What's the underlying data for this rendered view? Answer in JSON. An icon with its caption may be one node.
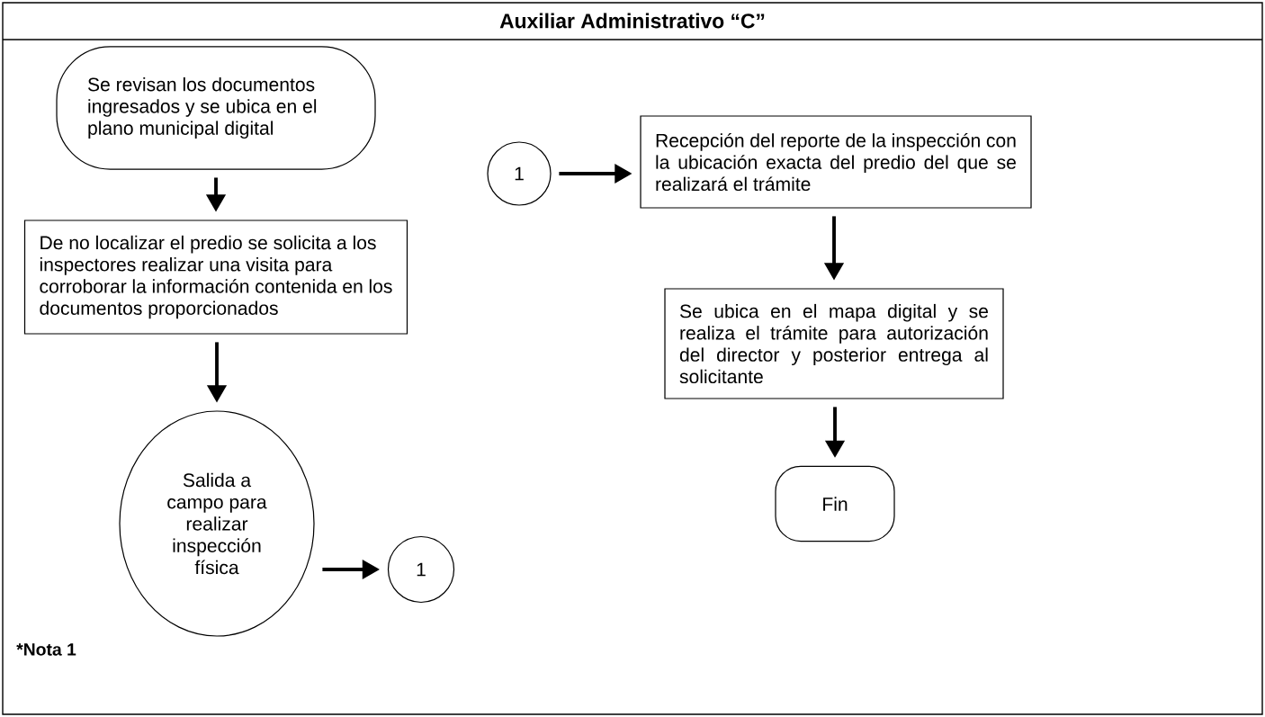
{
  "diagram": {
    "title": "Auxiliar Administrativo “C”",
    "nodes": [
      {
        "text": [
          "Se revisan los documentos ingresados y se ubica en el plano municipal digital"
        ]
      },
      {
        "text": [
          "De no localizar el predio se solicita a los inspectores realizar una visita para corroborar la información contenida en los documentos proporcionados"
        ]
      },
      {
        "text": [
          "Salida a campo para realizar inspección física"
        ]
      },
      {
        "text": [
          "1"
        ]
      },
      {
        "text": [
          "1"
        ]
      },
      {
        "text": [
          "Recepción del reporte de la inspección con la ubicación exacta del predio del que se realizará el trámite"
        ]
      },
      {
        "text": [
          "Se ubica en el mapa digital y se realiza el trámite para autorización del director y posterior entrega al solicitante"
        ]
      },
      {
        "text": [
          "Fin"
        ]
      }
    ],
    "edges": [
      {
        "from": 0,
        "to": 1,
        "arrow": "to"
      },
      {
        "from": 1,
        "to": 2,
        "arrow": "to"
      },
      {
        "from": 2,
        "to": 3,
        "arrow": "to"
      },
      {
        "from": 4,
        "to": 5,
        "arrow": "to"
      },
      {
        "from": 5,
        "to": 6,
        "arrow": "to"
      },
      {
        "from": 6,
        "to": 7,
        "arrow": "to"
      }
    ],
    "labels": [
      "*Nota 1"
    ]
  }
}
